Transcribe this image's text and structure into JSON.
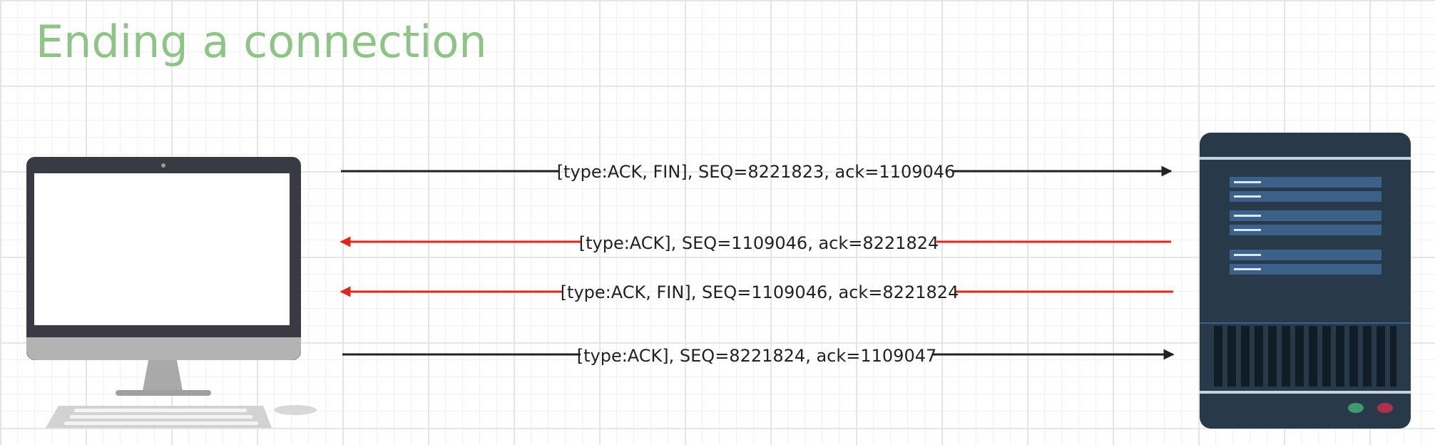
{
  "title": "Ending a connection",
  "colors": {
    "title": "#8ec485",
    "outgoing_arrow": "#222222",
    "incoming_arrow": "#e0271b",
    "server_body": "#283a49",
    "server_slot": "#3c6189",
    "monitor_frame": "#3a3a44",
    "monitor_chin": "#b3b3b3"
  },
  "client_icon": "desktop-computer-icon",
  "server_icon": "server-tower-icon",
  "messages": [
    {
      "label": "[type:ACK, FIN], SEQ=8221823, ack=1109046",
      "direction": "client-to-server"
    },
    {
      "label": "[type:ACK], SEQ=1109046, ack=8221824",
      "direction": "server-to-client"
    },
    {
      "label": "[type:ACK, FIN], SEQ=1109046, ack=8221824",
      "direction": "server-to-client"
    },
    {
      "label": "[type:ACK], SEQ=8221824, ack=1109047",
      "direction": "client-to-server"
    }
  ]
}
